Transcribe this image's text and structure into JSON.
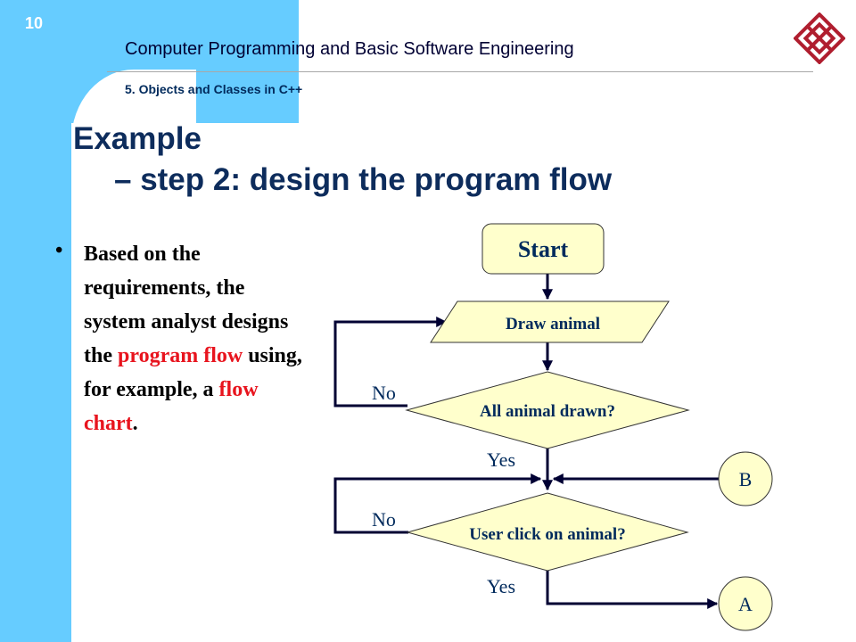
{
  "header": {
    "slide_number": "10",
    "course_title": "Computer Programming and Basic Software Engineering",
    "chapter_title": "5. Objects and Classes in C++"
  },
  "heading": {
    "line1": "Example",
    "line2": "– step 2: design the program flow"
  },
  "bullet": {
    "part1": "Based on the requirements, the system analyst designs the ",
    "highlight1": "program flow",
    "part2": " using, for example, a ",
    "highlight2": "flow chart",
    "part3": "."
  },
  "flowchart": {
    "start": "Start",
    "draw_animal": "Draw animal",
    "decision_all_drawn": "All animal drawn?",
    "decision_user_click": "User click on animal?",
    "no_label_1": "No",
    "yes_label_1": "Yes",
    "no_label_2": "No",
    "yes_label_2": "Yes",
    "connector_b": "B",
    "connector_a": "A"
  },
  "colors": {
    "band": "#66ccff",
    "heading": "#0d2c5c",
    "highlight": "#e8141e",
    "shape_fill": "#ffffcc",
    "logo": "#b01e2f"
  },
  "icons": {
    "logo": "university-logo-icon"
  }
}
